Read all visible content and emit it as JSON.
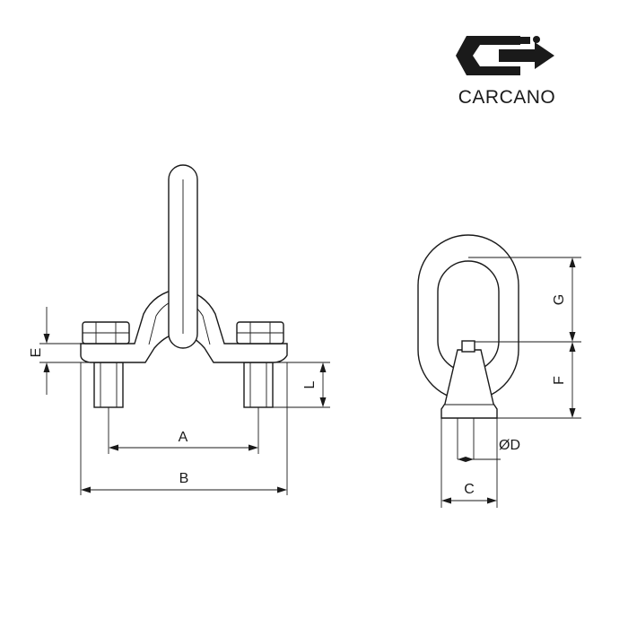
{
  "brand": {
    "name": "CARCANO"
  },
  "dimensions": {
    "A": "A",
    "B": "B",
    "C": "C",
    "D": "ØD",
    "E": "E",
    "F": "F",
    "G": "G",
    "L": "L"
  },
  "colors": {
    "line": "#1a1a1a",
    "background": "#ffffff"
  }
}
